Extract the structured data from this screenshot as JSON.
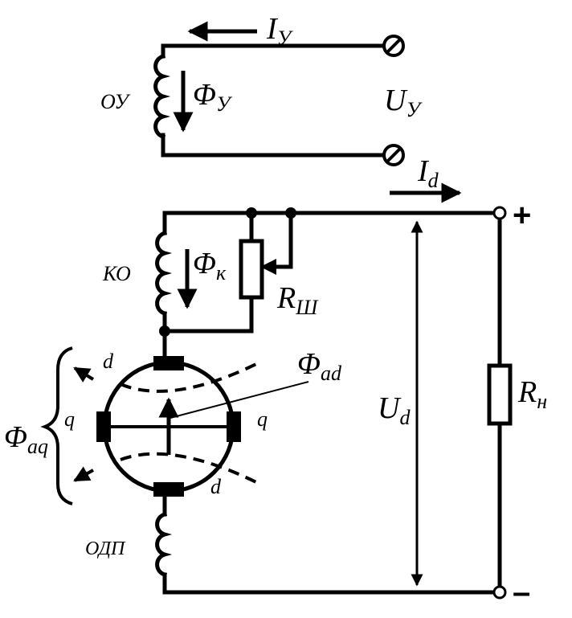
{
  "control_current": {
    "main": "I",
    "sub": "У"
  },
  "control_winding": "ОУ",
  "control_flux": {
    "main": "Φ",
    "sub": "У"
  },
  "control_voltage": {
    "main": "U",
    "sub": "У"
  },
  "load_current": {
    "main": "I",
    "sub": "d"
  },
  "compensation_winding": "КО",
  "compensation_flux": {
    "main": "Φ",
    "sub": "к"
  },
  "shunt_resistor": {
    "main": "R",
    "sub": "Ш"
  },
  "armature_flux_d": {
    "main": "Φ",
    "sub": "ad"
  },
  "armature_flux_q": {
    "main": "Φ",
    "sub": "aq"
  },
  "axis_d": "d",
  "axis_q": "q",
  "output_voltage": {
    "main": "U",
    "sub": "d"
  },
  "load_resistor": {
    "main": "R",
    "sub": "н"
  },
  "commutating_winding": "ОДП",
  "terminal_plus": "+",
  "terminal_minus": "–"
}
